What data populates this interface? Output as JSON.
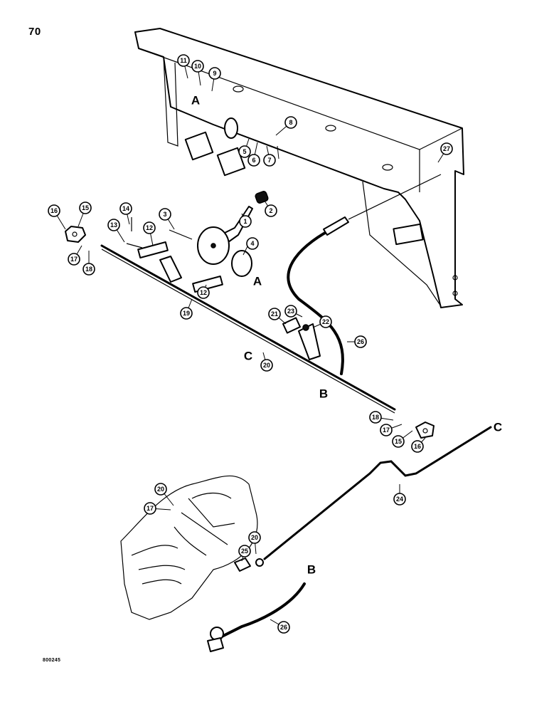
{
  "page": {
    "number": "70",
    "figure_code": "800245"
  },
  "reference_letters": [
    "A",
    "A",
    "B",
    "B",
    "C",
    "C"
  ],
  "callouts": [
    "11",
    "10",
    "9",
    "8",
    "5",
    "6",
    "7",
    "27",
    "2",
    "1",
    "3",
    "4",
    "14",
    "16",
    "15",
    "13",
    "12",
    "12",
    "17",
    "18",
    "19",
    "21",
    "23",
    "22",
    "26",
    "20",
    "18",
    "17",
    "15",
    "16",
    "24",
    "20",
    "17",
    "20",
    "25",
    "26"
  ]
}
